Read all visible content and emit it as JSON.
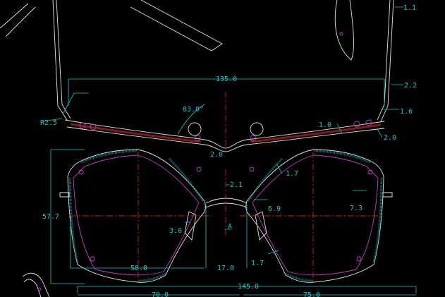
{
  "drawing": {
    "colors": {
      "background": "#000000",
      "dimension": "#1fc6c6",
      "centerline": "#c62020",
      "outline": "#e6e6e6",
      "lens_inner": "#c23fc2"
    },
    "dimensions": {
      "temple_tip": "1.1",
      "front_width": "135.0",
      "hinge_offset": "2.2",
      "bridge_angle": "83.0°",
      "hinge_thickness": "1.6",
      "radius": "R2.5",
      "bar_thickness": "1.0",
      "bar_end": "2.0",
      "bridge_drop": "2.0",
      "rim_width_top": "1.7",
      "bridge_height": "2.1",
      "right_offset": "6.9",
      "outer_offset": "7.3",
      "lens_height": "57.7",
      "pad_offset": "3.0",
      "section_mark": "A",
      "rim_width_bottom": "1.7",
      "lens_width": "58.0",
      "bridge_width": "17.0",
      "total_width": "145.0",
      "left_half": "70.0",
      "right_half": "75.0"
    }
  }
}
